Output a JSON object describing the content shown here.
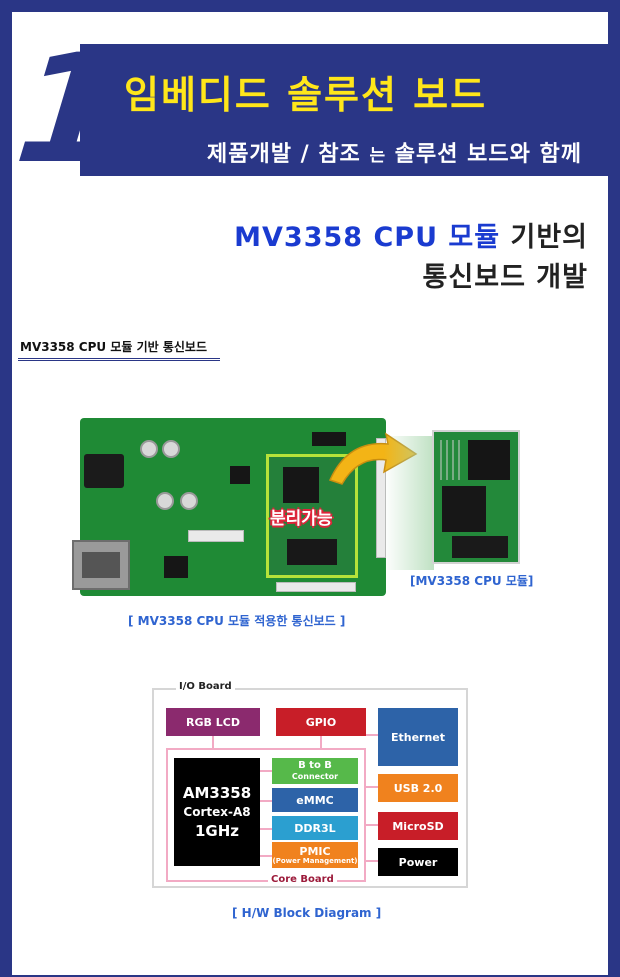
{
  "header": {
    "number": "1",
    "title": "임베디드 솔루션 보드",
    "subtitle_a": "제품개발 / 참조 ",
    "subtitle_small": "는",
    "subtitle_b": " 솔루션 보드와 함께"
  },
  "heading": {
    "line1_blue": "MV3358 CPU 모듈",
    "line1_rest": " 기반의",
    "line2": "통신보드 개발"
  },
  "section_label": "MV3358 CPU 모듈 기반 통신보드",
  "photo": {
    "detach_label": "분리가능",
    "module_caption": "[MV3358 CPU 모듈]",
    "board_caption": "[ MV3358 CPU 모듈 적용한 통신보드 ]"
  },
  "diagram": {
    "io_board_label": "I/O Board",
    "core_board_label": "Core Board",
    "rgb_lcd": "RGB LCD",
    "gpio": "GPIO",
    "ethernet": "Ethernet",
    "usb": "USB 2.0",
    "microsd": "MicroSD",
    "power": "Power",
    "cpu_line1": "AM3358",
    "cpu_line2": "Cortex-A8",
    "cpu_line3": "1GHz",
    "btob_main": "B to B",
    "btob_sub": "Connector",
    "emmc": "eMMC",
    "ddr": "DDR3L",
    "pmic_main": "PMIC",
    "pmic_sub": "(Power Management)",
    "caption": "[ H/W Block Diagram ]",
    "colors": {
      "rgb_lcd": "#8b2a6e",
      "gpio": "#c81e28",
      "ethernet": "#2d63a8",
      "usb": "#f0821e",
      "microsd": "#c81e28",
      "power": "#000000",
      "btob": "#56b94a",
      "emmc": "#2d63a8",
      "ddr": "#2b9fd0",
      "pmic": "#f0821e"
    }
  },
  "colors": {
    "frame": "#2a3686",
    "title_yellow": "#ffe61a",
    "accent_blue": "#1a3bd0",
    "caption_blue": "#2f64d0"
  }
}
